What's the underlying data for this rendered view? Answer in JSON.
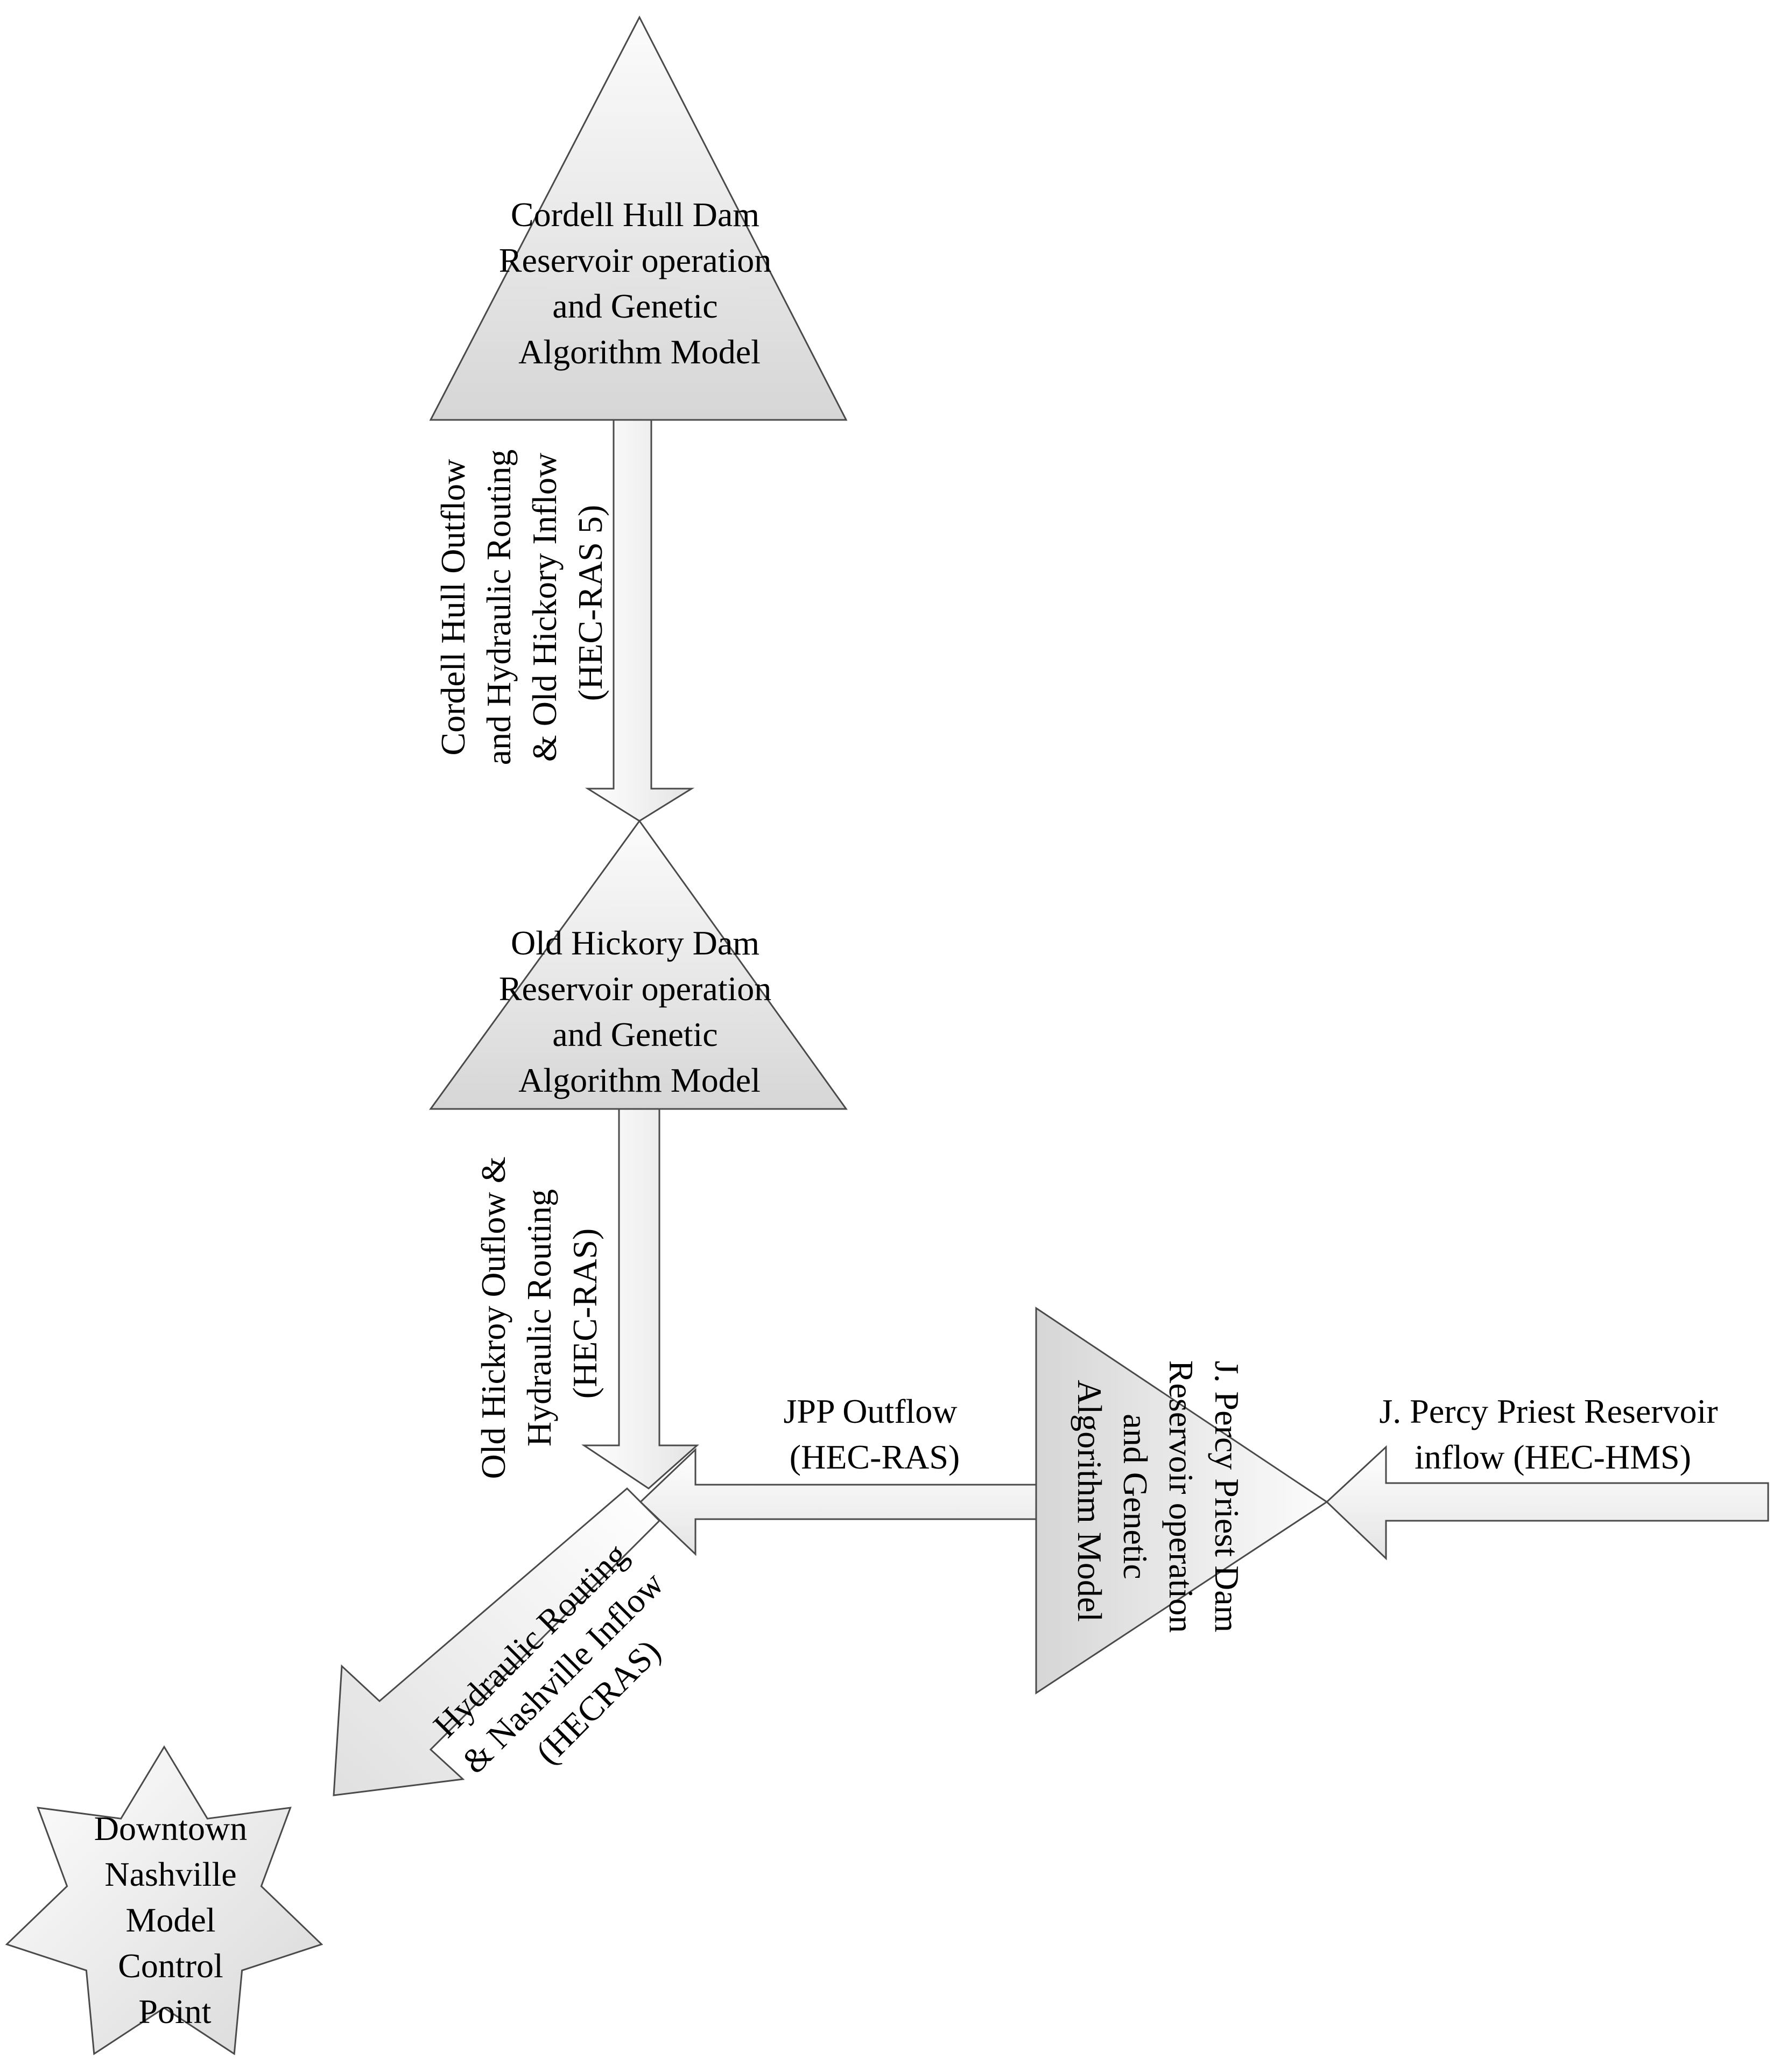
{
  "nodes": {
    "cordell_hull": [
      "Cordell Hull Dam",
      "Reservoir operation",
      "and Genetic",
      "Algorithm Model"
    ],
    "old_hickory": [
      "Old Hickory Dam",
      "Reservoir operation",
      "and Genetic",
      "Algorithm Model"
    ],
    "jpp": [
      "J. Percy Priest Dam",
      "Reservoir operation",
      "and Genetic",
      "Algorithm Model"
    ],
    "downtown": [
      "Downtown",
      "Nashville",
      "Model",
      "Control",
      "Point"
    ]
  },
  "flows": {
    "cordell_to_hickory": [
      "Cordell Hull Outflow",
      "and Hydraulic Routing",
      "& Old Hickory Inflow",
      "(HEC-RAS 5)"
    ],
    "hickory_outflow": [
      "Old Hickroy Ouflow &",
      "Hydraulic Routing",
      "(HEC-RAS)"
    ],
    "jpp_outflow": [
      "JPP Outflow",
      "(HEC-RAS)"
    ],
    "jpp_inflow": [
      "J. Percy Priest Reservoir",
      "inflow (HEC-HMS)"
    ],
    "nashville_inflow": [
      "Hydraulic Routing",
      "& Nashville Inflow",
      "(HECRAS)"
    ]
  },
  "colors": {
    "shape_fill_light": "#fafafa",
    "shape_fill_dark": "#d9d9d9",
    "stroke": "#4a4a4a"
  }
}
